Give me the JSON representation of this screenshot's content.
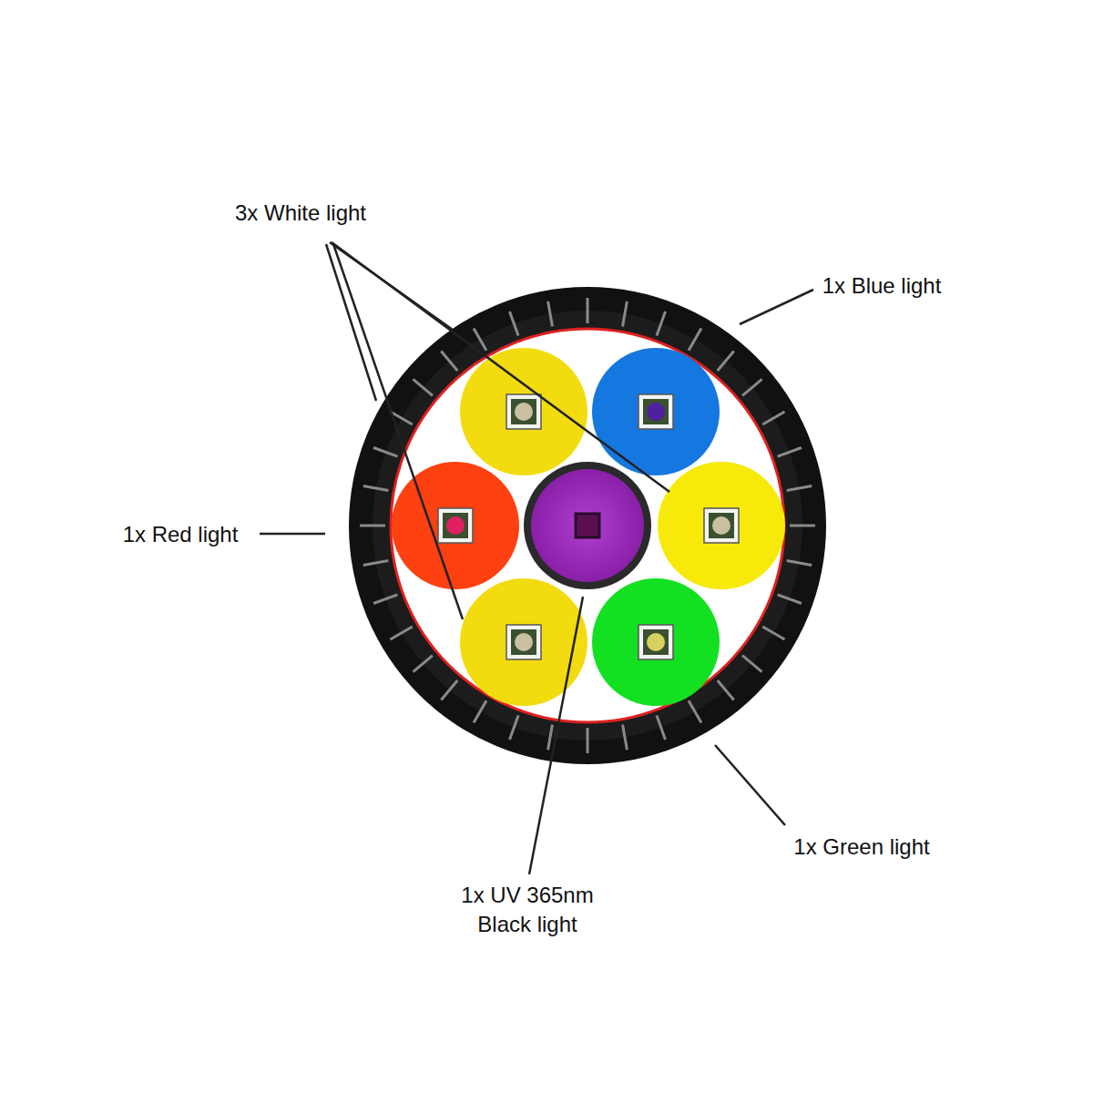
{
  "diagram": {
    "labels": [
      "3x White light",
      "1x Blue light",
      "1x Red light",
      "1x Green light",
      "1x UV 365nm Black light"
    ]
  }
}
